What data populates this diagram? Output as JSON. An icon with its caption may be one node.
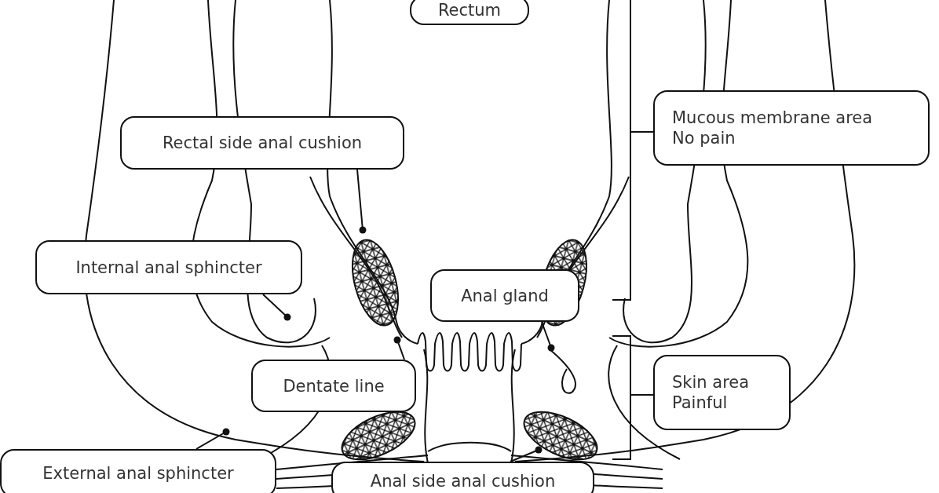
{
  "diagram": {
    "nodes": [
      {
        "text": [
          "Rectum"
        ]
      },
      {
        "text": [
          "Rectal side anal cushion"
        ]
      },
      {
        "text": [
          "Mucous membrane area",
          "No pain"
        ]
      },
      {
        "text": [
          "Internal anal sphincter"
        ]
      },
      {
        "text": [
          "Anal gland"
        ]
      },
      {
        "text": [
          "Dentate line"
        ]
      },
      {
        "text": [
          "Skin area",
          "Painful"
        ]
      },
      {
        "text": [
          "External anal sphincter"
        ]
      },
      {
        "text": [
          "Anal side anal cushion"
        ]
      }
    ],
    "edges": [
      {
        "from": 1,
        "to": null,
        "arrow": "other"
      },
      {
        "from": 3,
        "to": null,
        "arrow": "other"
      },
      {
        "from": 4,
        "to": null,
        "arrow": "other"
      },
      {
        "from": 5,
        "to": null,
        "arrow": "other"
      },
      {
        "from": 7,
        "to": null,
        "arrow": "other"
      },
      {
        "from": 8,
        "to": null,
        "arrow": "other"
      }
    ]
  }
}
